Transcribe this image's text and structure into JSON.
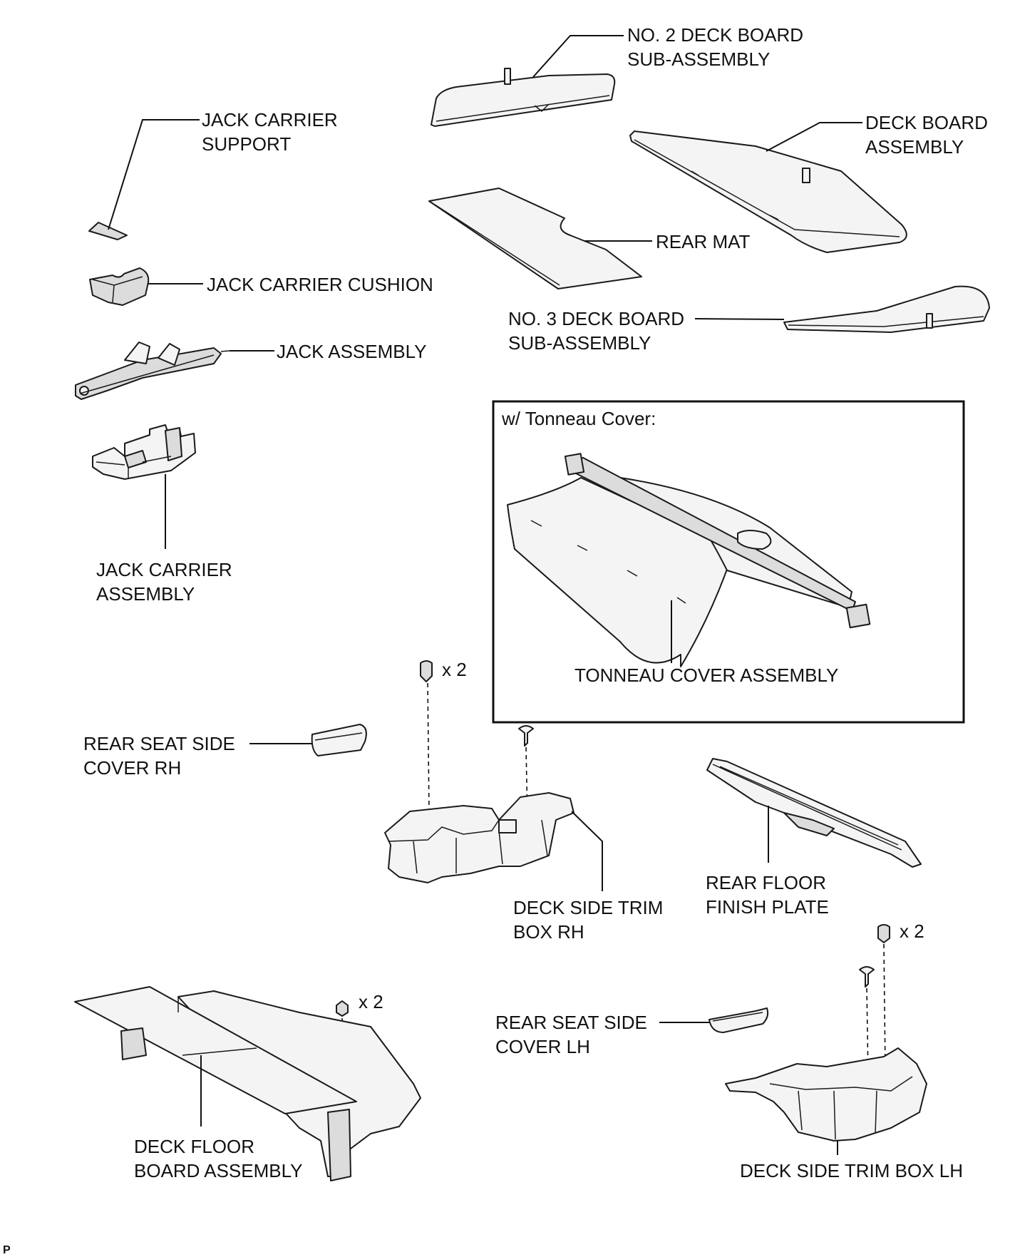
{
  "labels": {
    "no2_deck_board": [
      "NO. 2 DECK BOARD",
      "SUB-ASSEMBLY"
    ],
    "jack_carrier_support": [
      "JACK CARRIER",
      "SUPPORT"
    ],
    "deck_board_assembly": [
      "DECK BOARD",
      "ASSEMBLY"
    ],
    "rear_mat": "REAR MAT",
    "jack_carrier_cushion": "JACK CARRIER CUSHION",
    "no3_deck_board": [
      "NO. 3 DECK BOARD",
      "SUB-ASSEMBLY"
    ],
    "jack_assembly": "JACK ASSEMBLY",
    "tonneau_header": "w/ Tonneau Cover:",
    "jack_carrier_assembly": [
      "JACK CARRIER",
      "ASSEMBLY"
    ],
    "tonneau_cover_assembly": "TONNEAU COVER ASSEMBLY",
    "qty_rh": "x 2",
    "rear_seat_side_cover_rh": [
      "REAR SEAT SIDE",
      "COVER RH"
    ],
    "rear_floor_finish_plate": [
      "REAR FLOOR",
      "FINISH PLATE"
    ],
    "deck_side_trim_box_rh": [
      "DECK SIDE TRIM",
      "BOX RH"
    ],
    "qty_lh": "x 2",
    "qty_floor": "x 2",
    "rear_seat_side_cover_lh": [
      "REAR SEAT SIDE",
      "COVER LH"
    ],
    "deck_floor_board_assembly": [
      "DECK FLOOR",
      "BOARD ASSEMBLY"
    ],
    "deck_side_trim_box_lh": "DECK SIDE TRIM BOX LH",
    "page_mark": "P"
  },
  "icons": [
    "clip-icon",
    "nut-icon"
  ]
}
